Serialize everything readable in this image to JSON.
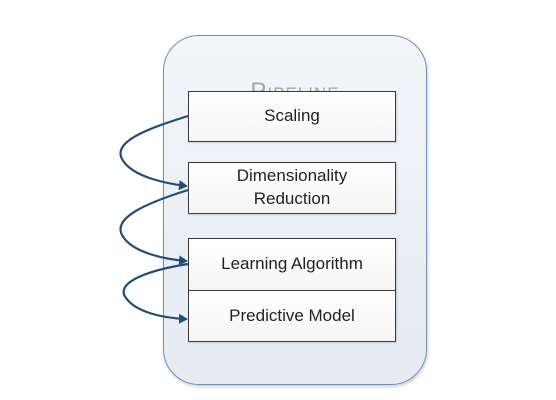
{
  "diagram": {
    "container_title": "Pipeline",
    "stages": [
      {
        "label": "Scaling"
      },
      {
        "label": "Dimensionality Reduction"
      },
      {
        "label": "Learning Algorithm"
      },
      {
        "label": "Predictive Model"
      }
    ],
    "colors": {
      "arrow": "#1f4e7a",
      "container_border": "#6f90b8",
      "title_text": "#a0a4a9",
      "box_border": "#3a3a3a"
    }
  }
}
